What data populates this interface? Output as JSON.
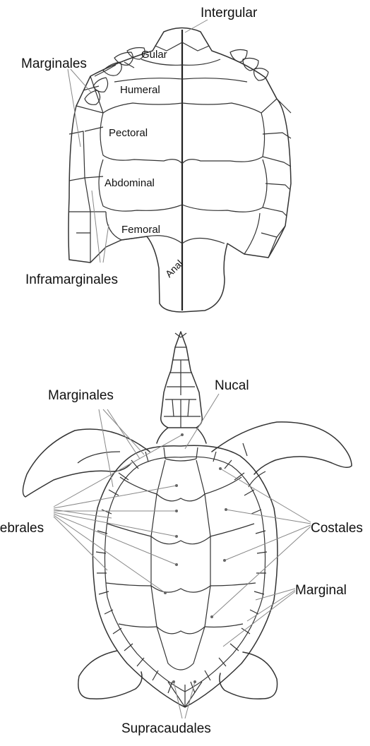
{
  "plastron": {
    "labels": {
      "intergular": "Intergular",
      "marginales": "Marginales",
      "gular": "Gular",
      "humeral": "Humeral",
      "pectoral": "Pectoral",
      "abdominal": "Abdominal",
      "femoral": "Femoral",
      "anal": "Anal",
      "inframarginales": "Inframarginales"
    }
  },
  "carapace": {
    "labels": {
      "marginales": "Marginales",
      "nucal": "Nucal",
      "vertebrales": "Vertebrales",
      "costales": "Costales",
      "marginal": "Marginal",
      "supracaudales": "Supracaudales"
    }
  }
}
